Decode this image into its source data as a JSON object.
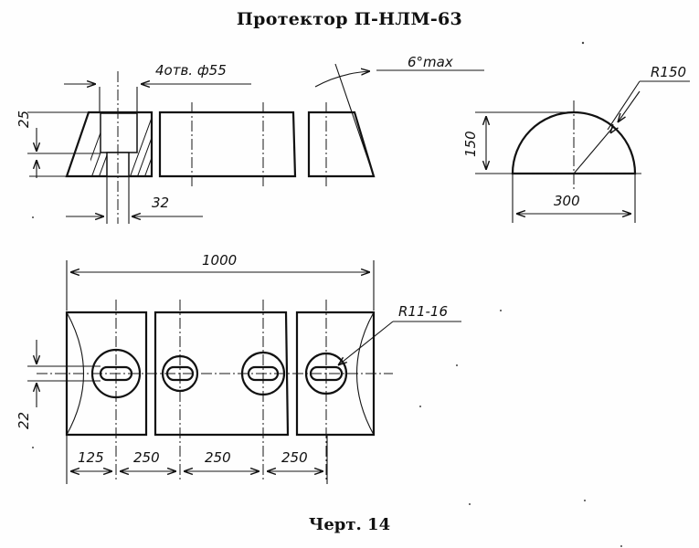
{
  "title": "Протектор П-НЛМ-63",
  "caption": "Черт. 14",
  "dimensions": {
    "holes_note": "4отв. ф55",
    "angle": "6°max",
    "height_25": "25",
    "slot_32": "32",
    "radius": "R150",
    "height_150": "150",
    "width_300": "300",
    "length_1000": "1000",
    "slot_radius": "R11-16",
    "offset_22": "22",
    "spacing": [
      "125",
      "250",
      "250",
      "250"
    ]
  }
}
